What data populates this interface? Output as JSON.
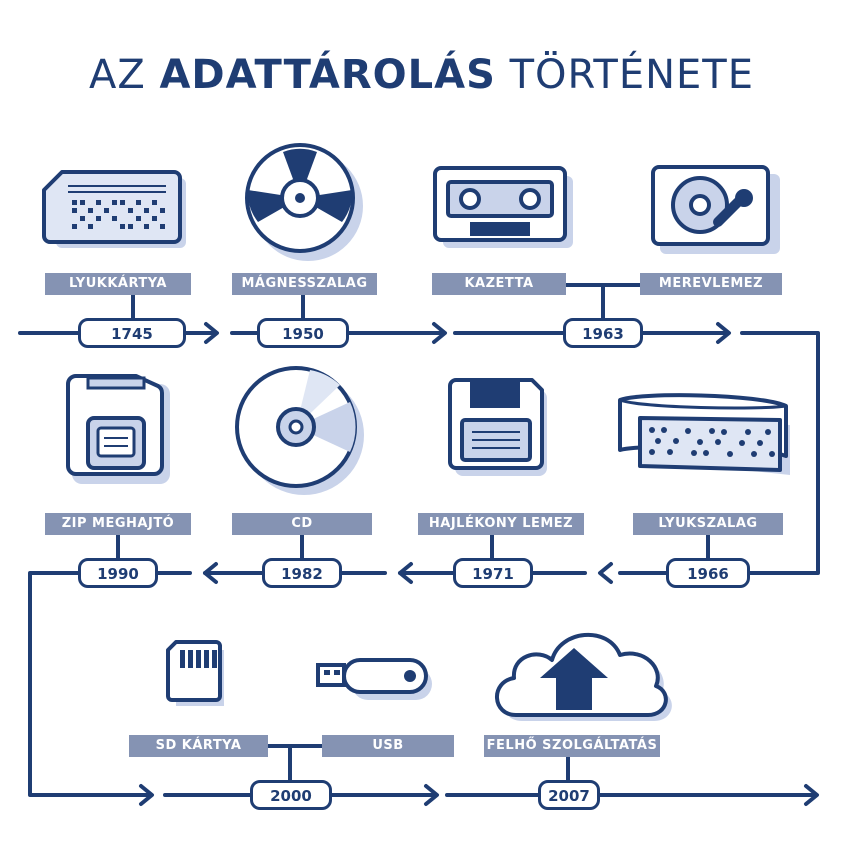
{
  "title": {
    "part1": "AZ ",
    "part2": "ADATTÁROLÁS",
    "part3": " TÖRTÉNETE"
  },
  "colors": {
    "primary": "#1f3d73",
    "light": "#c9d3ea",
    "label_bg": "#8593b3",
    "background": "#ffffff"
  },
  "items": [
    {
      "label": "LYUKKÁRTYA",
      "icon": "punch-card-icon"
    },
    {
      "label": "MÁGNESSZALAG",
      "icon": "magnetic-tape-reel-icon"
    },
    {
      "label": "KAZETTA",
      "icon": "cassette-icon"
    },
    {
      "label": "MEREVLEMEZ",
      "icon": "hard-disk-icon"
    },
    {
      "label": "LYUKSZALAG",
      "icon": "punched-tape-icon"
    },
    {
      "label": "HAJLÉKONY LEMEZ",
      "icon": "floppy-disk-icon"
    },
    {
      "label": "CD",
      "icon": "cd-icon"
    },
    {
      "label": "ZIP MEGHAJTÓ",
      "icon": "zip-disk-icon"
    },
    {
      "label": "SD KÁRTYA",
      "icon": "sd-card-icon"
    },
    {
      "label": "USB",
      "icon": "usb-drive-icon"
    },
    {
      "label": "FELHŐ SZOLGÁLTATÁS",
      "icon": "cloud-upload-icon"
    }
  ],
  "years": [
    "1745",
    "1950",
    "1963",
    "1966",
    "1971",
    "1982",
    "1990",
    "2000",
    "2007"
  ]
}
